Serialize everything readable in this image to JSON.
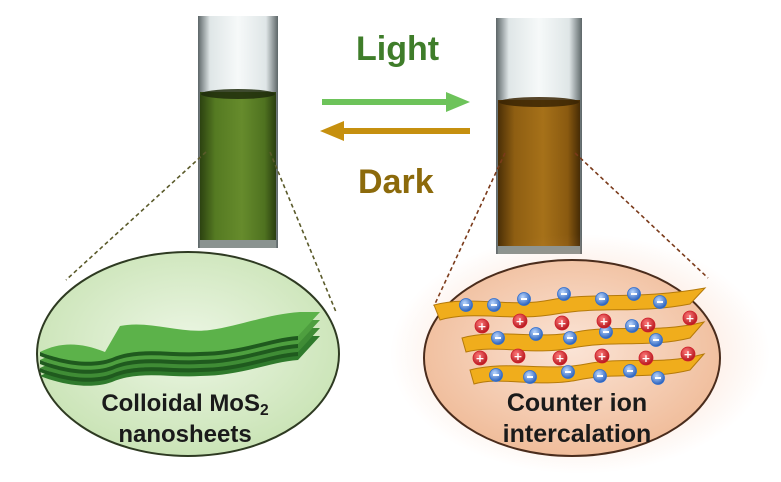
{
  "transition": {
    "forward_label": "Light",
    "reverse_label": "Dark",
    "forward_color": "#3f7d2a",
    "reverse_color": "#8c6a0b"
  },
  "left_state": {
    "cuvette_liquid_color": "#4e6f1c",
    "oval_fill": "#d6ebc4",
    "sheet_color": "#4e9f3f",
    "caption_line1": "Colloidal MoS",
    "caption_subscript": "2",
    "caption_line2": "nanosheets"
  },
  "right_state": {
    "cuvette_liquid_color": "#8a5d10",
    "oval_fill": "#f3c9ad",
    "sheet_color": "#f0ad1c",
    "caption_line1": "Counter ion",
    "caption_line2": "intercalation",
    "cation_symbol": "+",
    "anion_symbol": "-",
    "cation_color": "#d0202a",
    "anion_color": "#2f6fd0"
  }
}
